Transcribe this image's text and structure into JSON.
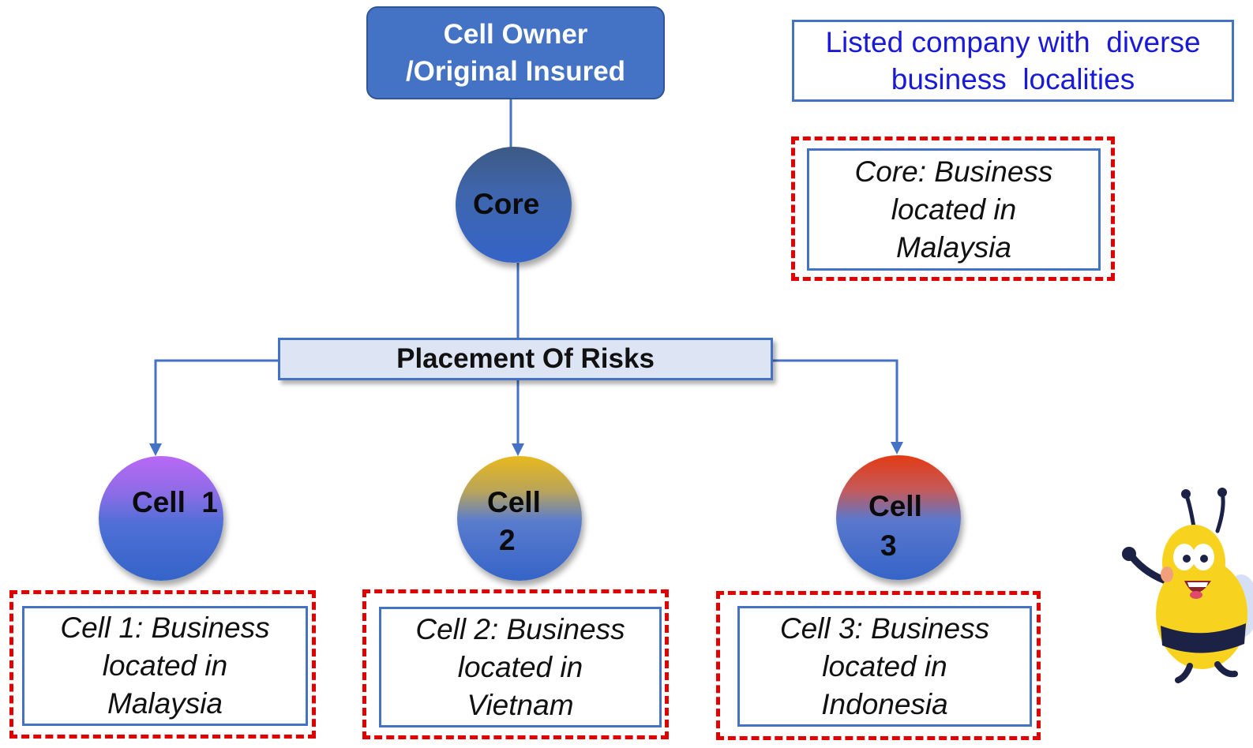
{
  "owner": {
    "line1": "Cell Owner",
    "line2": "/Original Insured"
  },
  "listed_note": {
    "line1": "Listed company with  diverse",
    "line2": "business  localities"
  },
  "core_note": {
    "line1": "Core: Business",
    "line2": "located in",
    "line3": "Malaysia"
  },
  "core": {
    "label": "Core"
  },
  "placement": {
    "label": "Placement Of Risks"
  },
  "cells": [
    {
      "label_line1": "Cell  1",
      "label_line2": "",
      "note_line1": "Cell 1: Business",
      "note_line2": "located in",
      "note_line3": "Malaysia"
    },
    {
      "label_line1": "Cell",
      "label_line2": "2",
      "note_line1": "Cell 2: Business",
      "note_line2": "located in",
      "note_line3": "Vietnam"
    },
    {
      "label_line1": "Cell",
      "label_line2": "3",
      "note_line1": "Cell 3: Business",
      "note_line2": "located in",
      "note_line3": "Indonesia"
    }
  ],
  "colors": {
    "box_blue": "#4472c4",
    "listed_text": "#1a1ad6",
    "dashed_red": "#e00000",
    "placement_fill": "#dde4f4",
    "cell1_top": "#b968f5",
    "cell2_top": "#e8b81c",
    "cell3_top": "#e43a14"
  },
  "mascot": {
    "icon": "bee-mascot-icon"
  }
}
